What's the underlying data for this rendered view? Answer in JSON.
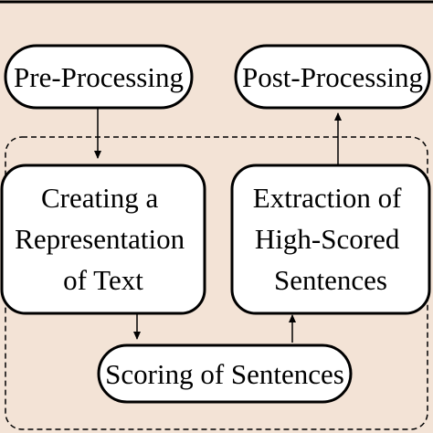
{
  "diagram": {
    "colors": {
      "background": "#f3e3d6",
      "box_fill": "#ffffff",
      "stroke": "#000000"
    },
    "nodes": {
      "pre_processing": {
        "lines": [
          "Pre-Processing"
        ]
      },
      "post_processing": {
        "lines": [
          "Post-Processing"
        ]
      },
      "creating_representation": {
        "lines": [
          "Creating a",
          "Representation",
          "of Text"
        ]
      },
      "extraction_sentences": {
        "lines": [
          "Extraction of",
          "High-Scored",
          "Sentences"
        ]
      },
      "scoring_sentences": {
        "lines": [
          "Scoring of Sentences"
        ]
      }
    },
    "edges": [
      {
        "from": "pre_processing",
        "to": "creating_representation"
      },
      {
        "from": "creating_representation",
        "to": "scoring_sentences"
      },
      {
        "from": "scoring_sentences",
        "to": "extraction_sentences"
      },
      {
        "from": "extraction_sentences",
        "to": "post_processing"
      }
    ]
  }
}
